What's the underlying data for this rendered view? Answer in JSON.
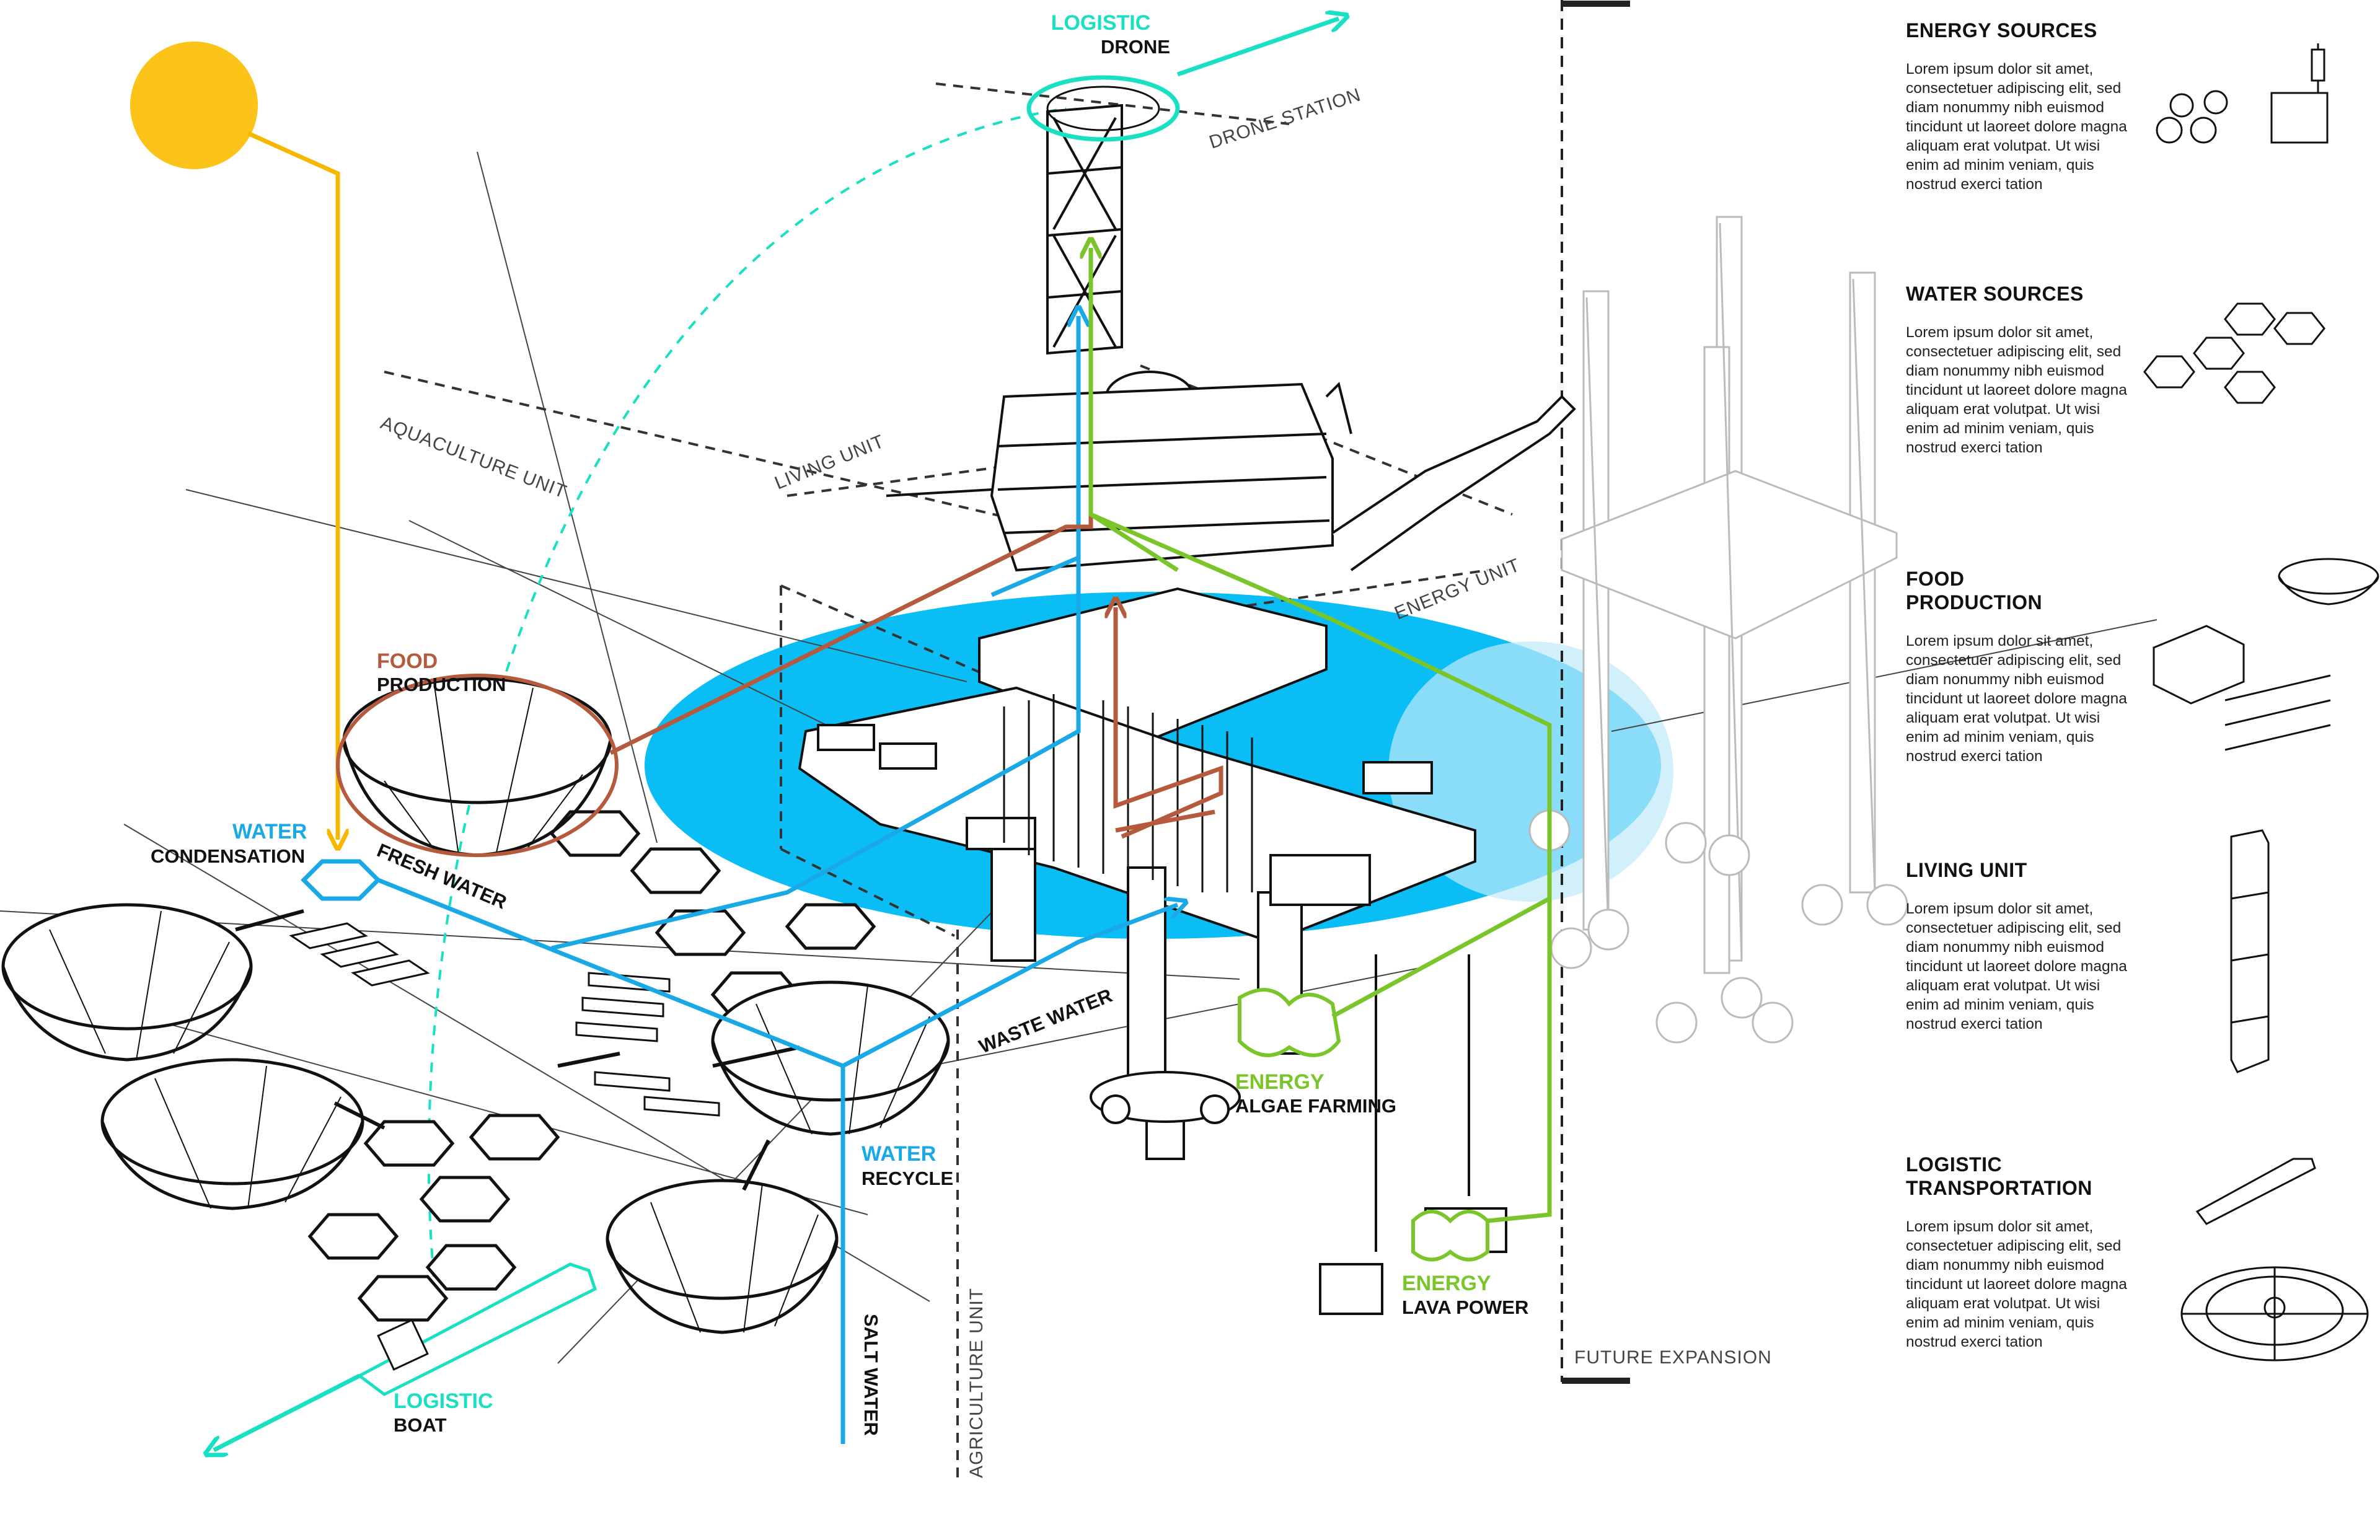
{
  "labels": {
    "logistic_drone": {
      "top": "LOGISTIC",
      "bottom": "DRONE"
    },
    "food_production": {
      "top": "FOOD",
      "bottom": "PRODUCTION"
    },
    "water_condensation": {
      "top": "WATER",
      "bottom": "CONDENSATION"
    },
    "fresh_water": "FRESH WATER",
    "waste_water": "WASTE WATER",
    "water_recycle": {
      "top": "WATER",
      "bottom": "RECYCLE"
    },
    "salt_water": "SALT WATER",
    "energy_algae": {
      "top": "ENERGY",
      "bottom": "ALGAE FARMING"
    },
    "energy_lava": {
      "top": "ENERGY",
      "bottom": "LAVA POWER"
    },
    "logistic_boat": {
      "top": "LOGISTIC",
      "bottom": "BOAT"
    }
  },
  "units": {
    "drone_station": "DRONE STATION",
    "aquaculture_unit": "AQUACULTURE UNIT",
    "living_unit": "LIVING UNIT",
    "energy_unit": "ENERGY UNIT",
    "agriculture_unit": "AGRICULTURE UNIT",
    "future_expansion": "FUTURE EXPANSION"
  },
  "sidebar": [
    {
      "title": "ENERGY SOURCES",
      "body": "Lorem ipsum dolor sit amet, consectetuer adipiscing elit, sed diam nonummy nibh euismod tincidunt ut laoreet dolore magna aliquam erat volutpat. Ut wisi enim ad minim veniam, quis nostrud exerci tation"
    },
    {
      "title": "WATER SOURCES",
      "body": "Lorem ipsum dolor sit amet, consectetuer adipiscing elit, sed diam nonummy nibh euismod tincidunt ut laoreet dolore magna aliquam erat volutpat. Ut wisi enim ad minim veniam, quis nostrud exerci tation"
    },
    {
      "title": "FOOD\nPRODUCTION",
      "body": "Lorem ipsum dolor sit amet, consectetuer adipiscing elit, sed diam nonummy nibh euismod tincidunt ut laoreet dolore magna aliquam erat volutpat. Ut wisi enim ad minim veniam, quis nostrud exerci tation"
    },
    {
      "title": "LIVING UNIT",
      "body": "Lorem ipsum dolor sit amet, consectetuer adipiscing elit, sed diam nonummy nibh euismod tincidunt ut laoreet dolore magna aliquam erat volutpat. Ut wisi enim ad minim veniam, quis nostrud exerci tation"
    },
    {
      "title": "LOGISTIC\nTRANSPORTATION",
      "body": "Lorem ipsum dolor sit amet, consectetuer adipiscing elit, sed diam nonummy nibh euismod tincidunt ut laoreet dolore magna aliquam erat volutpat. Ut wisi enim ad minim veniam, quis nostrud exerci tation"
    }
  ],
  "colors": {
    "sun": "#FCC419",
    "energy_sun": "#F5B700",
    "logistic": "#19E0C3",
    "water": "#18A9E6",
    "sea": "#0ABEF5",
    "food": "#B55A3C",
    "energy": "#7AC62A"
  }
}
